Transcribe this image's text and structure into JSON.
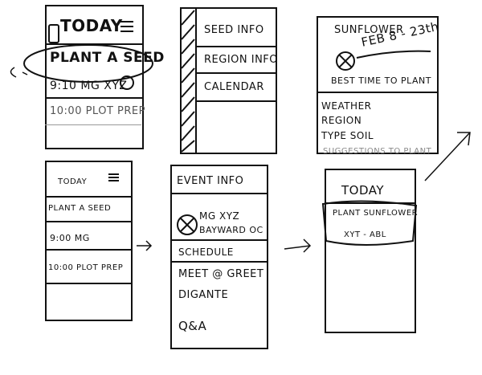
{
  "screens": {
    "today_1": {
      "title": "TODAY",
      "items": [
        "PLANT A SEED",
        "9:10 MG XYZ",
        "10:00 PLOT PREP"
      ]
    },
    "menu": {
      "items": [
        "SEED INFO",
        "REGION INFO",
        "CALENDAR"
      ]
    },
    "sunflower": {
      "title": "SUNFLOWER",
      "date_range": "FEB 8 - 23th",
      "caption": "BEST TIME TO PLANT",
      "details": [
        "WEATHER",
        "REGION",
        "TYPE SOIL"
      ],
      "footer": "SUGGESTIONS TO PLANT"
    },
    "today_2": {
      "title": "TODAY",
      "items": [
        "PLANT A SEED",
        "9:00 MG",
        "10:00 PLOT PREP"
      ]
    },
    "event_info": {
      "title": "EVENT INFO",
      "event_name": "MG XYZ",
      "event_place": "BAYWARD OC",
      "items": [
        "SCHEDULE",
        "MEET @ GREET",
        "DIGANTE",
        "Q&A"
      ]
    },
    "today_3": {
      "title": "TODAY",
      "highlight_1": "PLANT SUNFLOWER",
      "highlight_2": "XYT - ABL"
    }
  }
}
